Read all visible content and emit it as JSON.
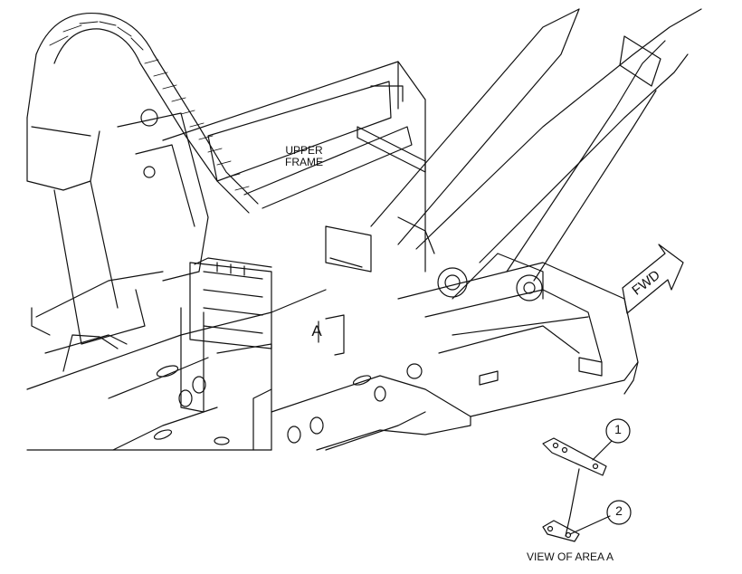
{
  "labels": {
    "upper_frame": "UPPER\nFRAME",
    "area_marker": "A",
    "direction": "FWD",
    "view_caption": "VIEW OF AREA A"
  },
  "callouts": [
    "1",
    "2"
  ],
  "colors": {
    "line": "#111111",
    "background": "#ffffff"
  }
}
